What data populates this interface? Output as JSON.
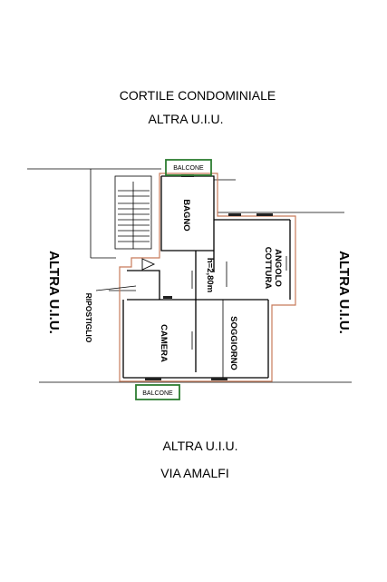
{
  "labels": {
    "top_line1": "CORTILE CONDOMINIALE",
    "top_line2": "ALTRA U.I.U.",
    "left": "ALTRA U.I.U.",
    "right": "ALTRA U.I.U.",
    "bottom_line1": "ALTRA U.I.U.",
    "bottom_line2": "VIA AMALFI"
  },
  "rooms": {
    "bagno": "BAGNO",
    "angolo_cottura": "ANGOLO COTTURA",
    "height": "h=2,80m",
    "ripostiglio": "RIPOSTIGLIO",
    "camera": "CAMERA",
    "soggiorno": "SOGGIORNO",
    "balcone_top": "BALCONE",
    "balcone_bottom": "BALCONE"
  },
  "colors": {
    "walls": "#000000",
    "perimeter": "#c87b5a",
    "balcony": "#2e7d32"
  }
}
